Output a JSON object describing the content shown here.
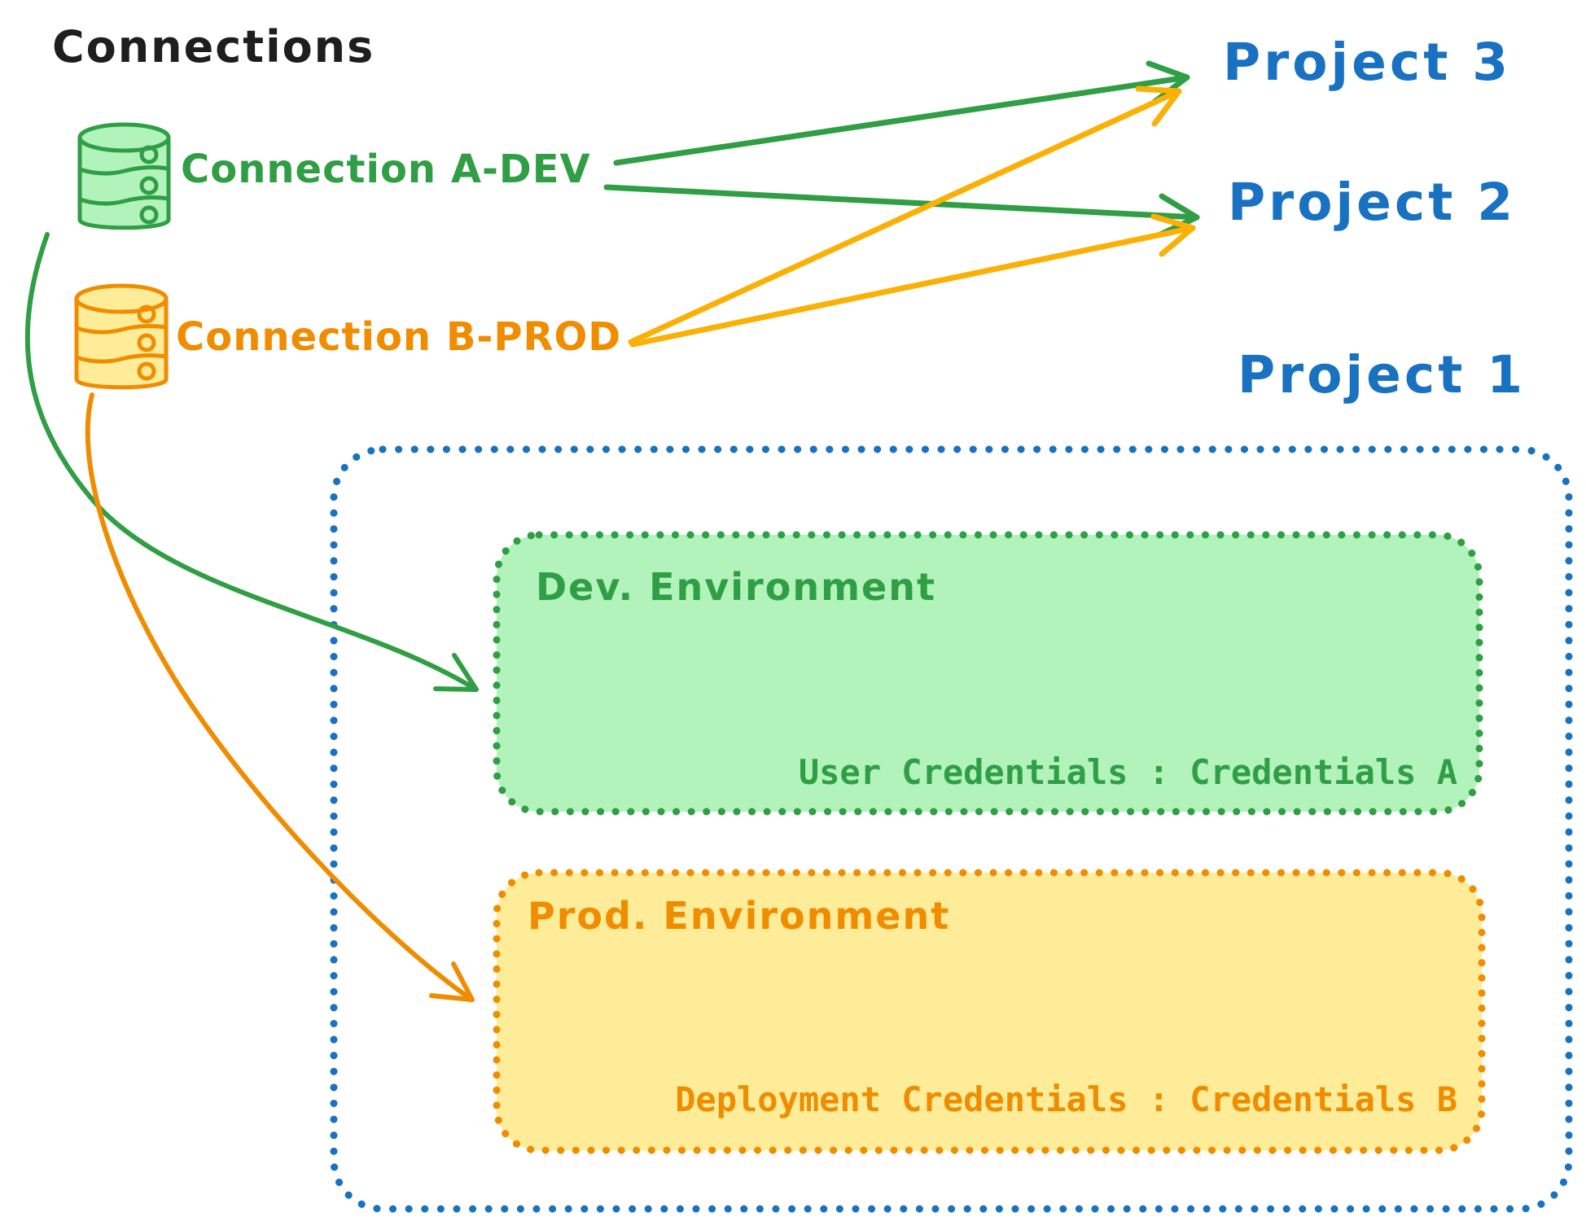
{
  "title": "Connections",
  "palette": {
    "ink": "#1e1e1e",
    "green_stroke": "#2f9e44",
    "green_fill": "#b2f2bb",
    "orange_stroke": "#f08c00",
    "orange_arrow": "#fab005",
    "yellow_fill": "#ffec99",
    "blue": "#1971c2"
  },
  "connections": {
    "items": [
      {
        "label": "Connection A-DEV",
        "icon": "database-icon",
        "color": "#2f9e44"
      },
      {
        "label": "Connection B-PROD",
        "icon": "database-icon",
        "color": "#f08c00"
      }
    ]
  },
  "projects": [
    {
      "label": "Project 3"
    },
    {
      "label": "Project 2"
    },
    {
      "label": "Project 1"
    }
  ],
  "project1_detail": {
    "dev_environment": {
      "title": "Dev. Environment",
      "credentials_label": "User Credentials : Credentials A"
    },
    "prod_environment": {
      "title": "Prod. Environment",
      "credentials_label": "Deployment Credentials : Credentials B"
    }
  },
  "arrows": [
    {
      "from": "Connection A-DEV",
      "to": "Project 3",
      "color": "#2f9e44"
    },
    {
      "from": "Connection A-DEV",
      "to": "Project 2",
      "color": "#2f9e44"
    },
    {
      "from": "Connection B-PROD",
      "to": "Project 3",
      "color": "#fab005"
    },
    {
      "from": "Connection B-PROD",
      "to": "Project 2",
      "color": "#fab005"
    },
    {
      "from": "Connection A-DEV",
      "to": "Dev. Environment",
      "color": "#2f9e44"
    },
    {
      "from": "Connection B-PROD",
      "to": "Prod. Environment",
      "color": "#f08c00"
    }
  ]
}
